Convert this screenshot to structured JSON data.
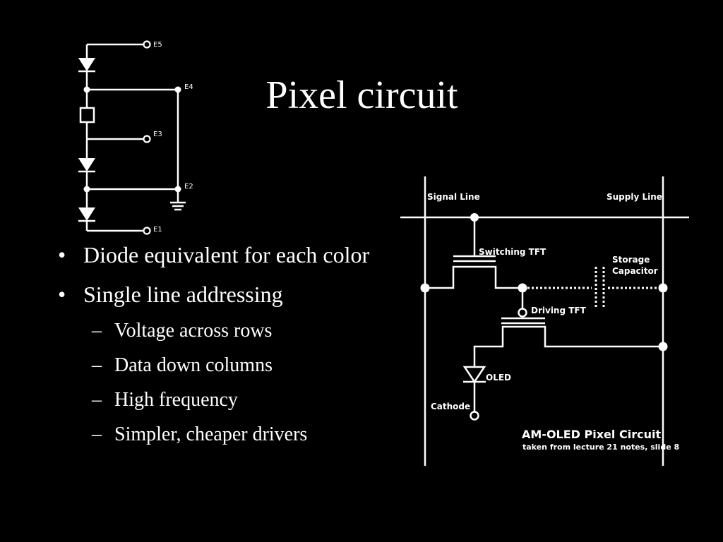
{
  "slide": {
    "title": "Pixel circuit",
    "bullets": [
      {
        "text": "Diode equivalent for each color",
        "level": 1
      },
      {
        "text": "Single line addressing",
        "level": 1
      },
      {
        "text": "Voltage across rows",
        "level": 2
      },
      {
        "text": "Data down columns",
        "level": 2
      },
      {
        "text": "High frequency",
        "level": 2
      },
      {
        "text": "Simpler, cheaper drivers",
        "level": 2
      }
    ],
    "bullet_marker": "•",
    "sub_bullet_marker": "–"
  },
  "diode_diagram": {
    "terminals": [
      "E5",
      "E4",
      "E3",
      "E2",
      "E1"
    ]
  },
  "amoled_diagram": {
    "signal_line": "Signal Line",
    "supply_line": "Supply Line",
    "switching_tft": "Switching TFT",
    "storage_capacitor": [
      "Storage",
      "Capacitor"
    ],
    "driving_tft": "Driving TFT",
    "oled": "OLED",
    "cathode": "Cathode",
    "caption_title": "AM-OLED Pixel Circuit",
    "caption_sub": "taken from lecture 21 notes, slide 8"
  },
  "colors": {
    "background": "#000000",
    "foreground": "#ffffff"
  }
}
